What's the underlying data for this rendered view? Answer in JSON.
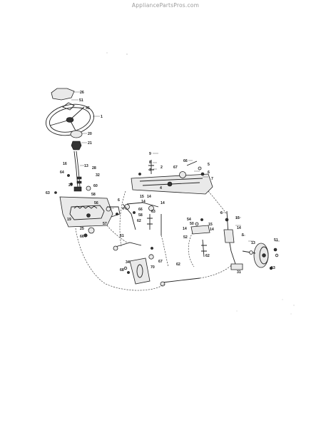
{
  "watermark": "AppliancePartsPros.com",
  "colors": {
    "ink": "#222222",
    "watermark": "#9a9a9a",
    "background": "#ffffff"
  },
  "callouts": [
    "26",
    "51",
    "45",
    "1",
    "20",
    "21",
    "9",
    "8",
    "7",
    "2",
    "66",
    "67",
    "5",
    "6",
    "7",
    "16",
    "13",
    "28",
    "64",
    "32",
    "29",
    "60",
    "63",
    "58",
    "19",
    "25",
    "57",
    "66",
    "56",
    "6",
    "15",
    "4",
    "14",
    "14",
    "14",
    "66",
    "58",
    "63",
    "62",
    "4",
    "6",
    "15",
    "14",
    "54",
    "50",
    "15",
    "14",
    "14",
    "52",
    "5",
    "13",
    "53",
    "61",
    "62",
    "31",
    "34",
    "68",
    "70",
    "67",
    "62",
    "51"
  ]
}
